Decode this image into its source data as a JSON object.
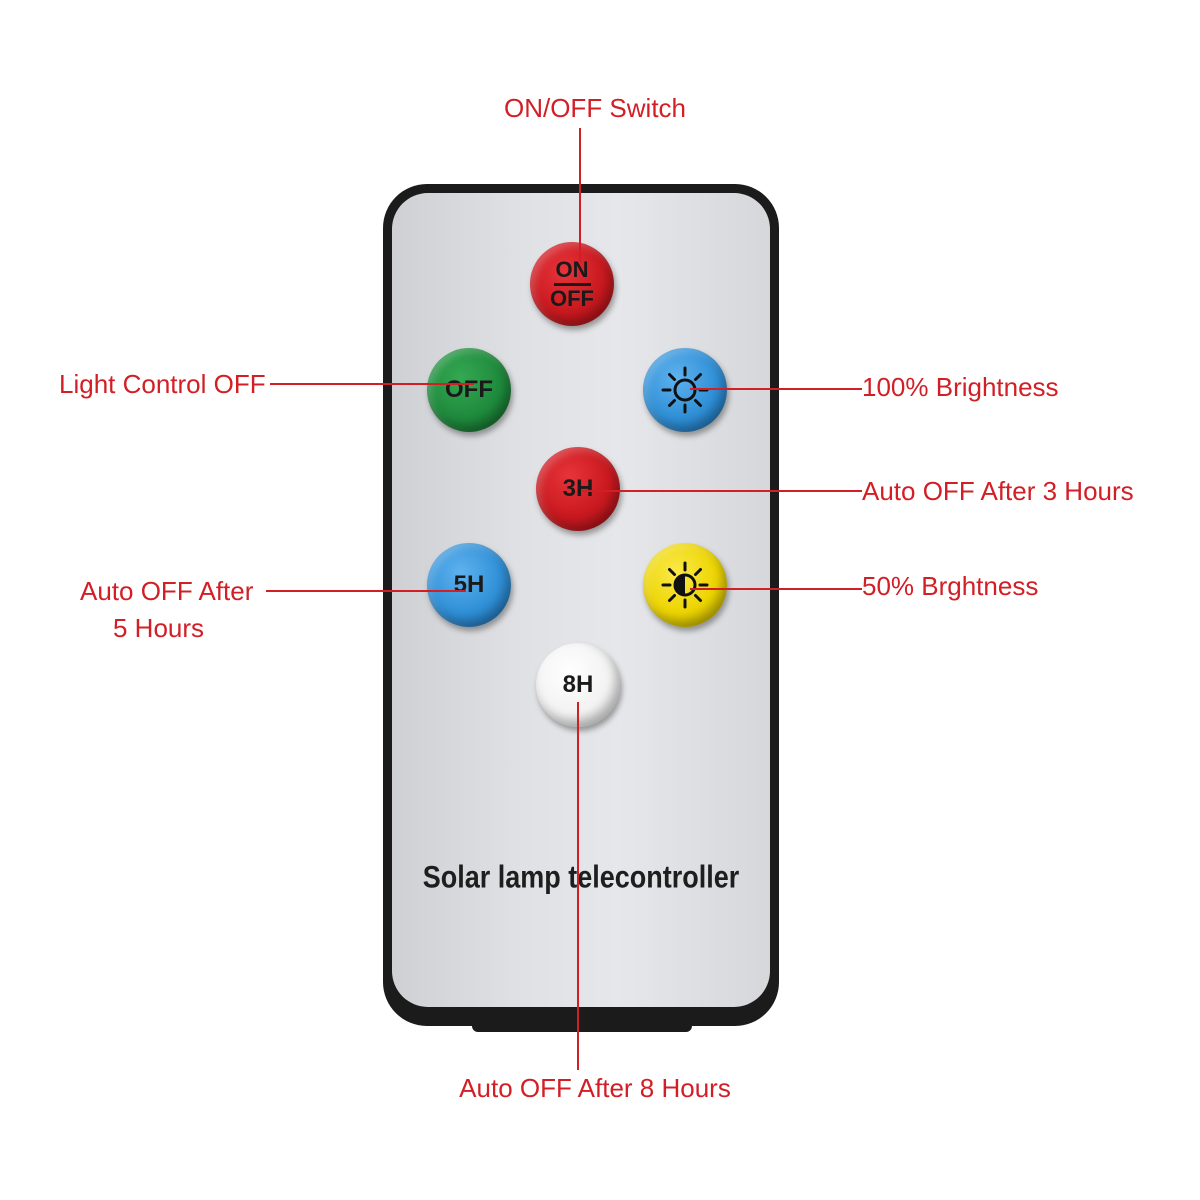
{
  "remote": {
    "brand_text": "Solar lamp telecontroller",
    "buttons": [
      {
        "id": "onoff",
        "top_text": "ON",
        "bottom_text": "OFF",
        "color": "#c8191f"
      },
      {
        "id": "light-off",
        "text": "OFF",
        "color": "#1e8a3c"
      },
      {
        "id": "full-brightness",
        "icon": "sun-icon",
        "color": "#2f8fd6"
      },
      {
        "id": "3h",
        "text": "3H",
        "color": "#c8191f"
      },
      {
        "id": "5h",
        "text": "5H",
        "color": "#2f8fd6"
      },
      {
        "id": "half-brightness",
        "icon": "half-sun-icon",
        "color": "#ecd400"
      },
      {
        "id": "8h",
        "text": "8H",
        "color": "#f2f2f2"
      }
    ]
  },
  "callouts": {
    "onoff": "ON/OFF Switch",
    "light_off": "Light Control OFF",
    "full": "100% Brightness",
    "three_h": "Auto OFF After 3 Hours",
    "five_h_line1": "Auto OFF After",
    "five_h_line2": "5 Hours",
    "half": "50% Brghtness",
    "eight_h": "Auto OFF After 8 Hours"
  },
  "colors": {
    "callout_text": "#d21f26",
    "callout_line": "#d21f26"
  }
}
